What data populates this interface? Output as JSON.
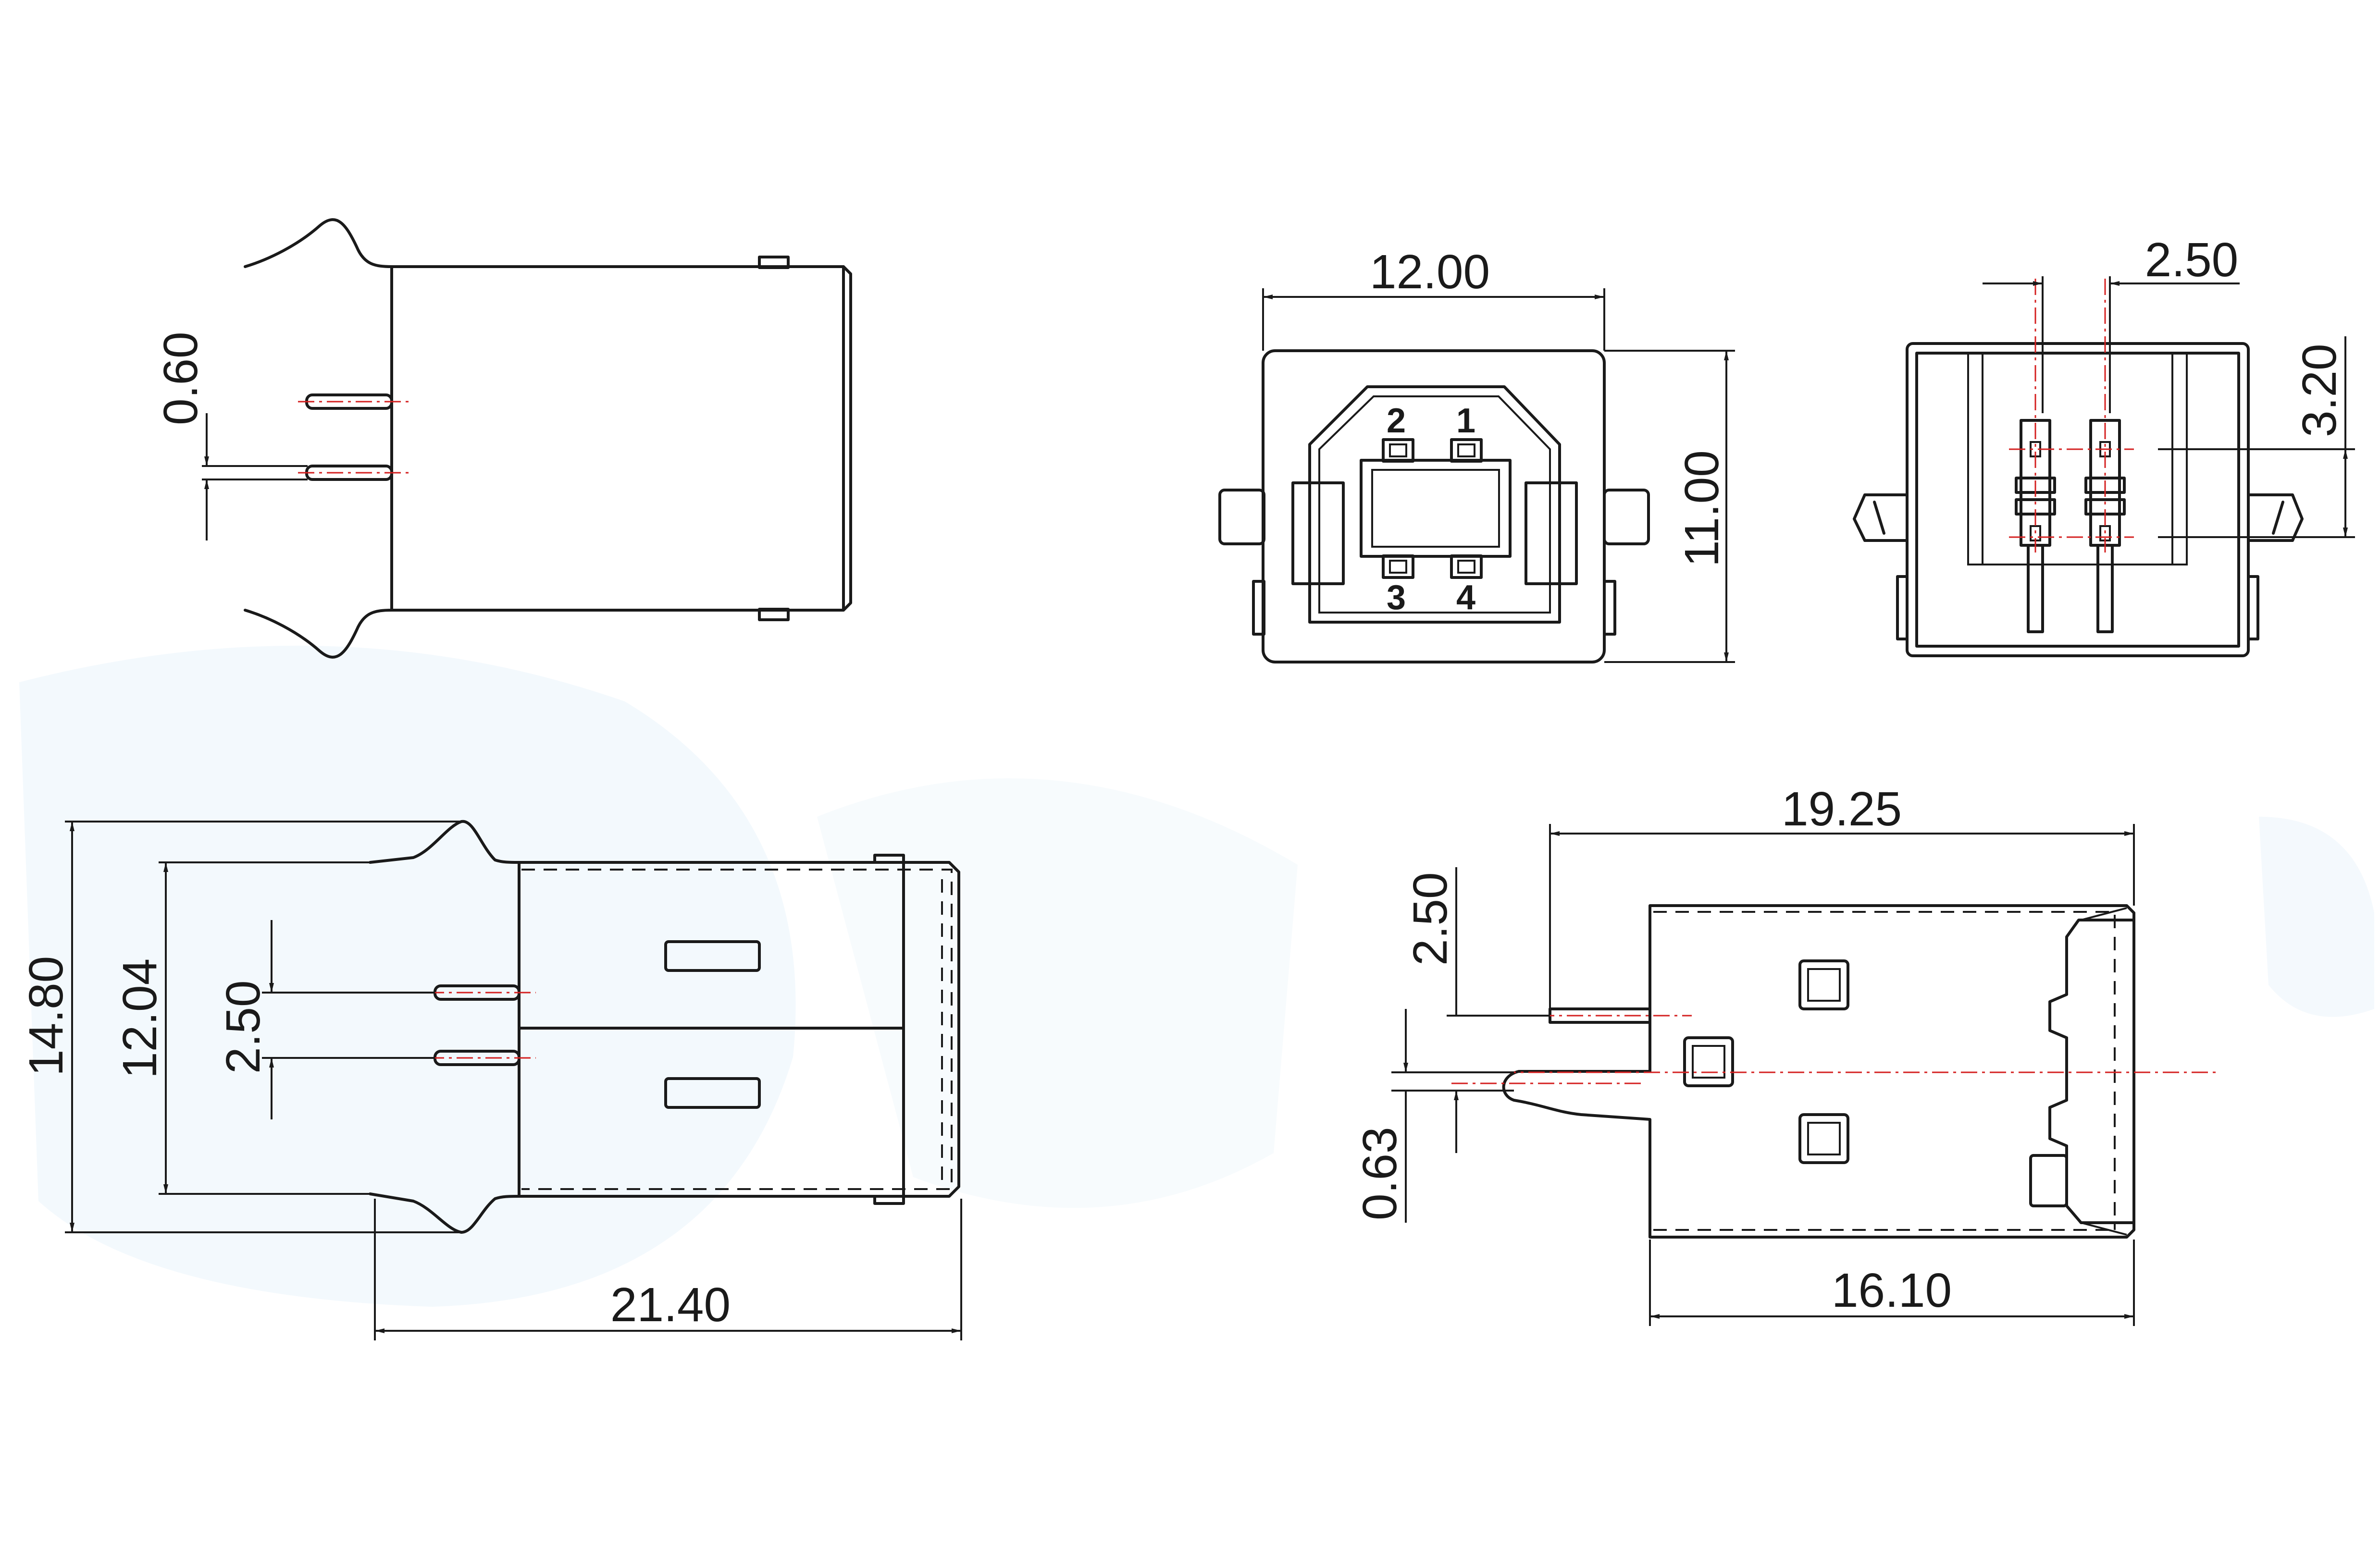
{
  "dimensions": {
    "top_left_pin_thickness": "0.60",
    "front_width": "12.00",
    "front_height": "11.00",
    "back_pin_pitch": "2.50",
    "back_pin_row_spacing": "3.20",
    "bottom_left_overall_height": "14.80",
    "bottom_left_body_height": "12.04",
    "bottom_left_pin_pitch": "2.50",
    "bottom_left_overall_length": "21.40",
    "side_overall_length": "19.25",
    "side_pin_pitch": "2.50",
    "side_pin_thickness": "0.63",
    "side_body_length": "16.10"
  },
  "pin_labels": {
    "pin1": "1",
    "pin2": "2",
    "pin3": "3",
    "pin4": "4"
  },
  "colors": {
    "outline": "#1a1a1a",
    "centerline": "#d42020",
    "watermark": "#eaf4fb",
    "background": "#ffffff"
  }
}
